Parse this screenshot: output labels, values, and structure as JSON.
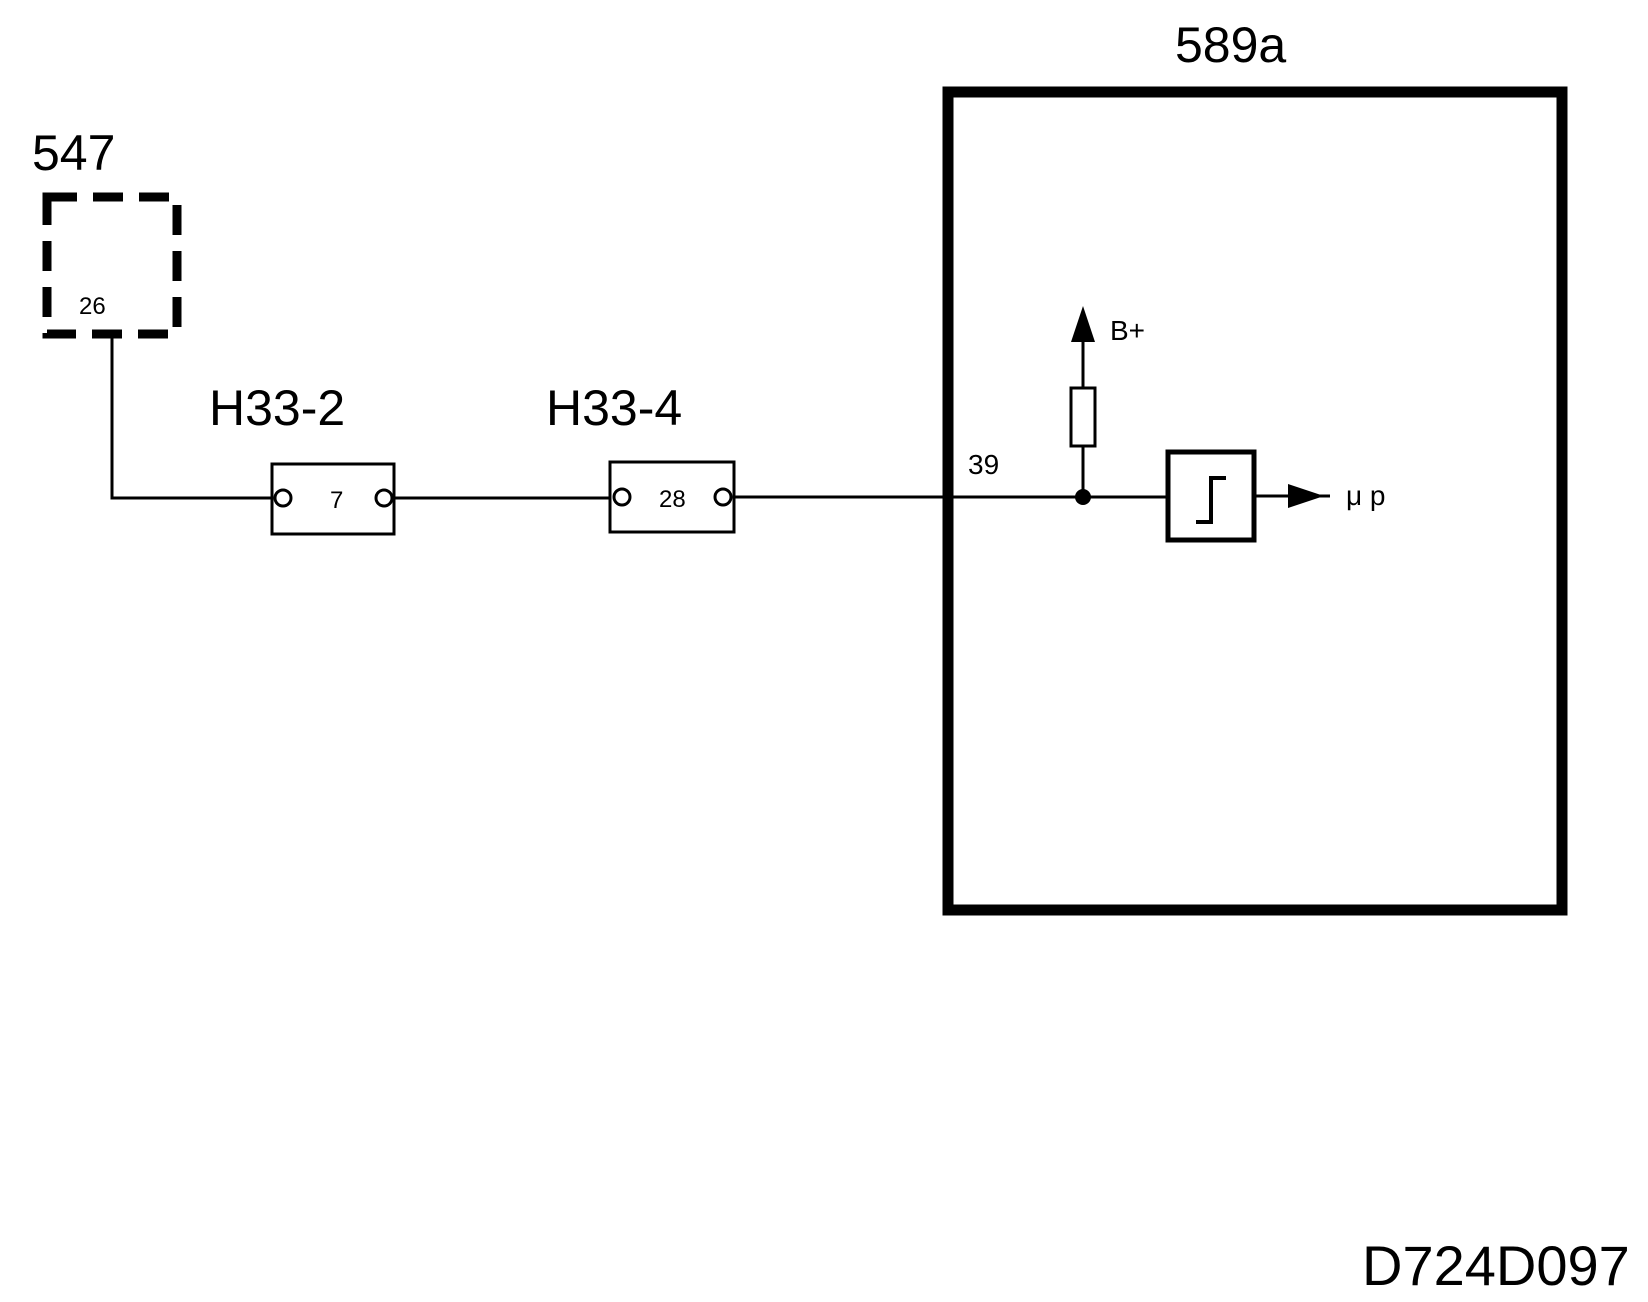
{
  "components": {
    "module_547": {
      "label": "547",
      "pin": "26"
    },
    "connector_h33_2": {
      "label": "H33-2",
      "pin": "7"
    },
    "connector_h33_4": {
      "label": "H33-4",
      "pin": "28"
    },
    "module_589a": {
      "label": "589a",
      "pin": "39",
      "supply_label": "B+",
      "output_label": "μ p"
    }
  },
  "figure_code": "D724D097"
}
